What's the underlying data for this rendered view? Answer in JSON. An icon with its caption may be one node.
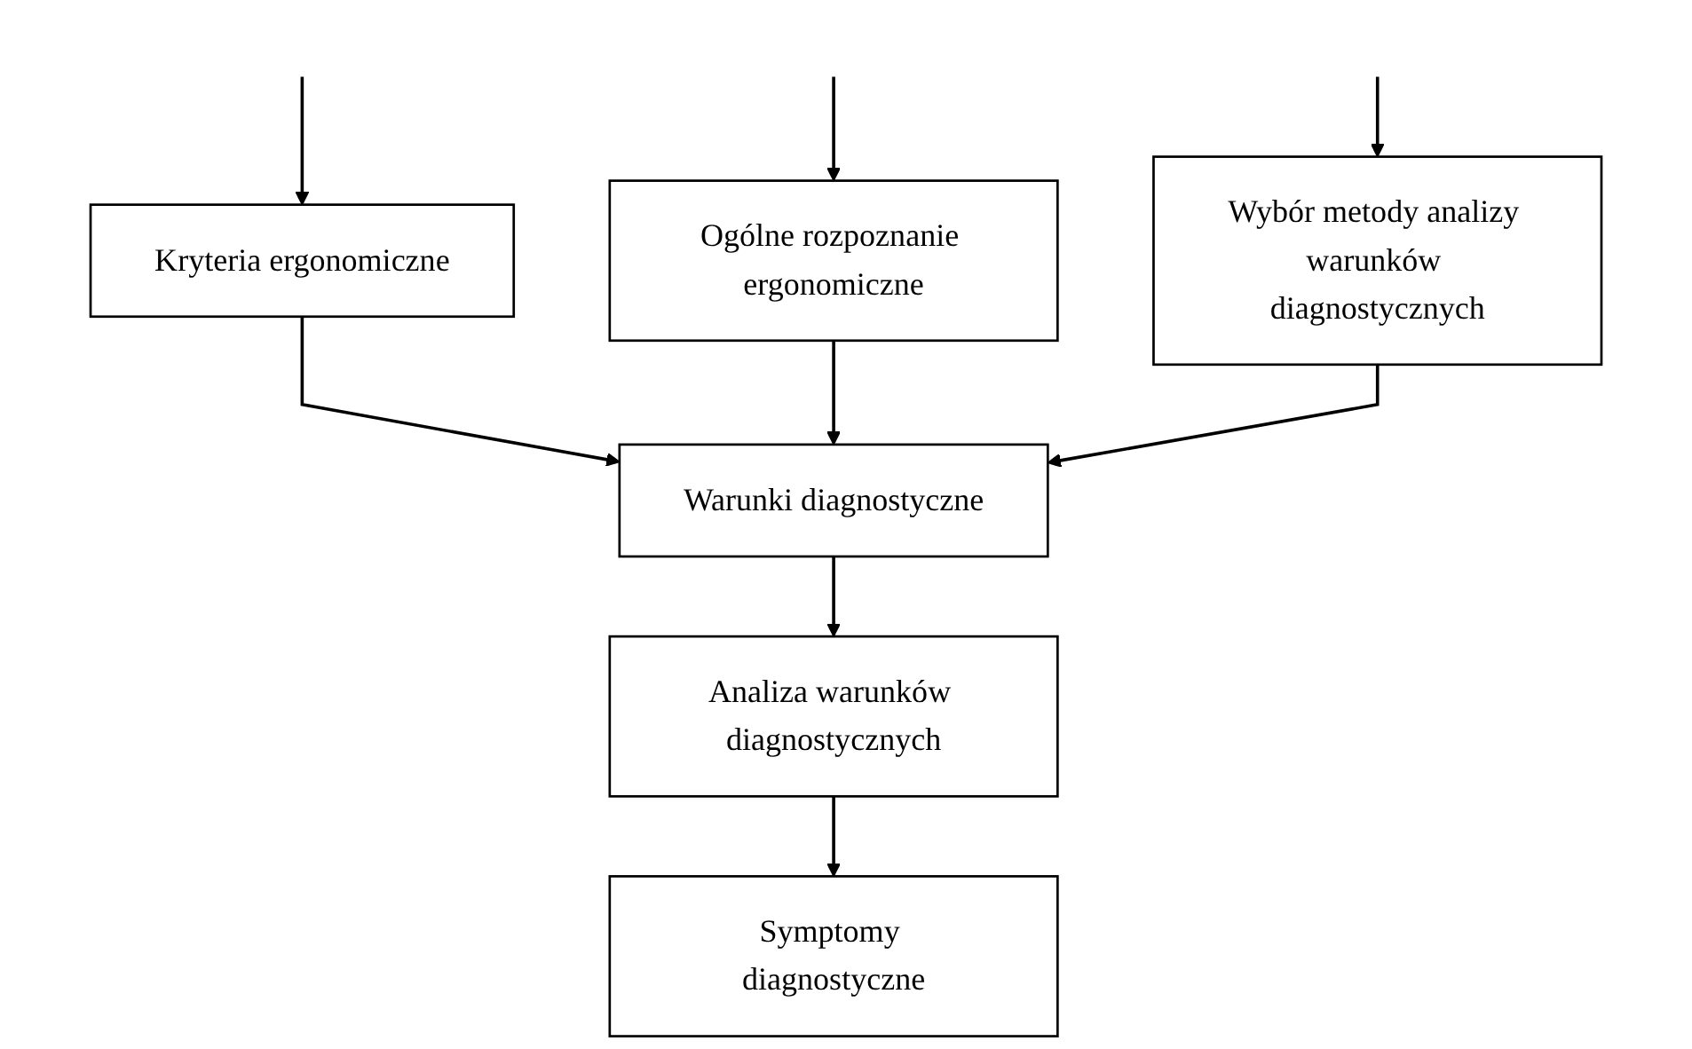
{
  "diagram": {
    "nodes": [
      {
        "text": [
          "Kryteria ergonomiczne"
        ]
      },
      {
        "text": [
          "Ogólne rozpoznanie ergonomiczne"
        ]
      },
      {
        "text": [
          "Wybór metody analizy warunków diagnostycznych"
        ]
      },
      {
        "text": [
          "Warunki diagnostyczne"
        ]
      },
      {
        "text": [
          "Analiza warunków diagnostycznych"
        ]
      },
      {
        "text": [
          "Symptomy diagnostyczne"
        ]
      }
    ],
    "edges": [
      {
        "from": null,
        "to": 0,
        "arrow": "to"
      },
      {
        "from": null,
        "to": 1,
        "arrow": "to"
      },
      {
        "from": null,
        "to": 2,
        "arrow": "to"
      },
      {
        "from": 0,
        "to": 3,
        "arrow": "to"
      },
      {
        "from": 1,
        "to": 3,
        "arrow": "to"
      },
      {
        "from": 2,
        "to": 3,
        "arrow": "to"
      },
      {
        "from": 3,
        "to": 4,
        "arrow": "to"
      },
      {
        "from": 4,
        "to": 5,
        "arrow": "to"
      }
    ]
  }
}
